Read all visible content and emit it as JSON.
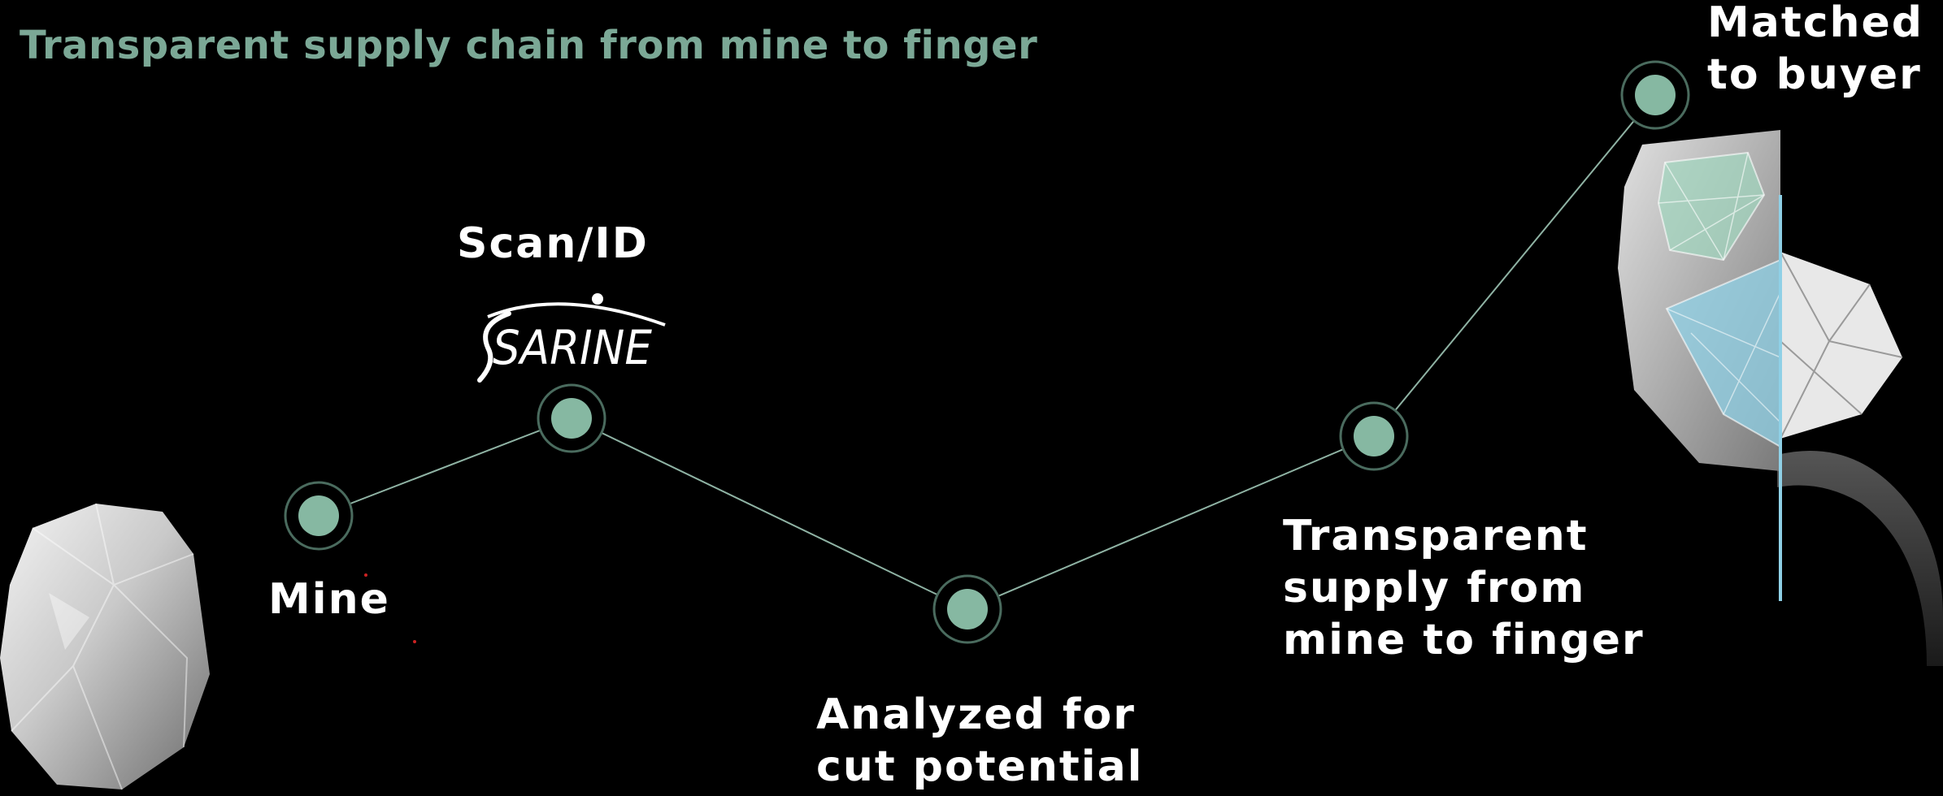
{
  "title": "Transparent supply chain from mine to finger",
  "steps": [
    {
      "id": "mine",
      "label": "Mine"
    },
    {
      "id": "scan",
      "label": "Scan/ID"
    },
    {
      "id": "analyzed",
      "label": "Analyzed for\ncut potential"
    },
    {
      "id": "transparent",
      "label": "Transparent\nsupply from\nmine to finger"
    },
    {
      "id": "matched",
      "label": "Matched\nto buyer"
    }
  ],
  "logo": {
    "text": "SARINE"
  },
  "colors": {
    "background": "#000000",
    "accent": "#7ba896",
    "node_fill": "#86b8a2",
    "node_ring": "#4a6b5e",
    "line": "#8fb3a4",
    "label": "#ffffff"
  },
  "icons": {
    "rough_stone": "rough-diamond-image",
    "ring": "diamond-ring-image"
  }
}
